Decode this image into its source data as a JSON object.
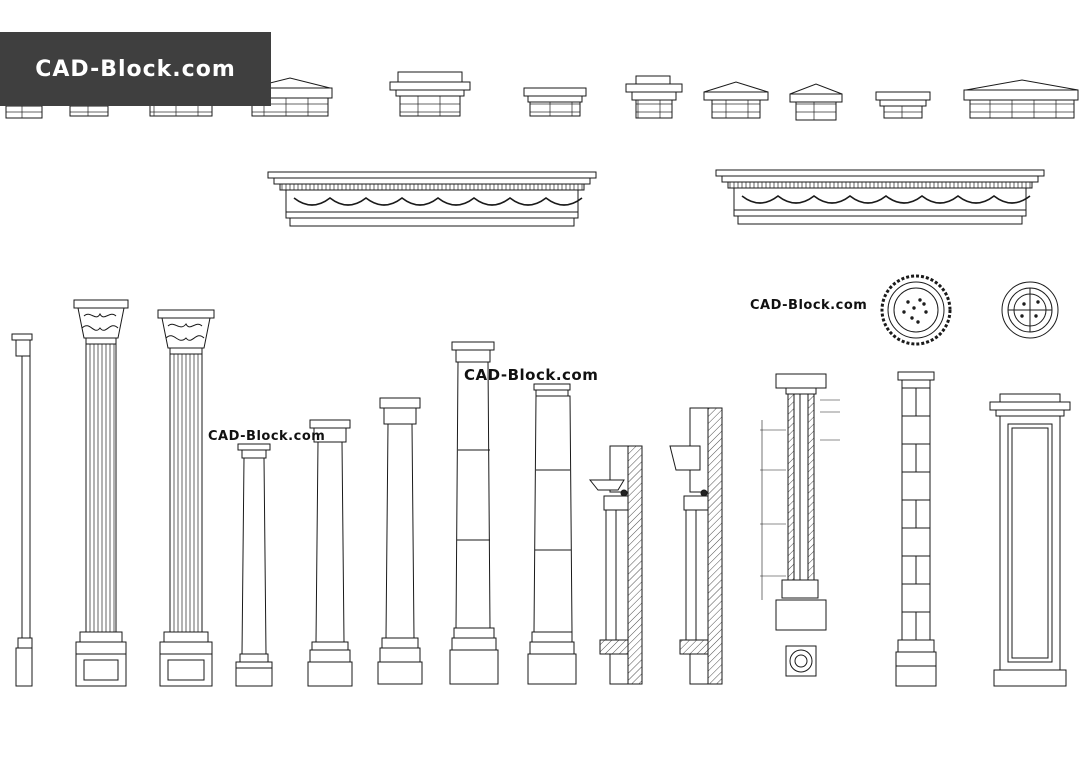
{
  "logo": {
    "text": "CAD-Block.com",
    "bg_color": "#3f3f3f",
    "text_color": "#ffffff"
  },
  "watermarks": [
    "CAD-Block.com",
    "CAD-Block.com",
    "CAD-Block.com"
  ],
  "line_color": "#1a1a1a",
  "sections": {
    "capitals_row": "column-capital-elevations",
    "entablatures": "entablature-elevations",
    "columns_row": "column-elevations",
    "round_sections": "column-plan-sections"
  }
}
